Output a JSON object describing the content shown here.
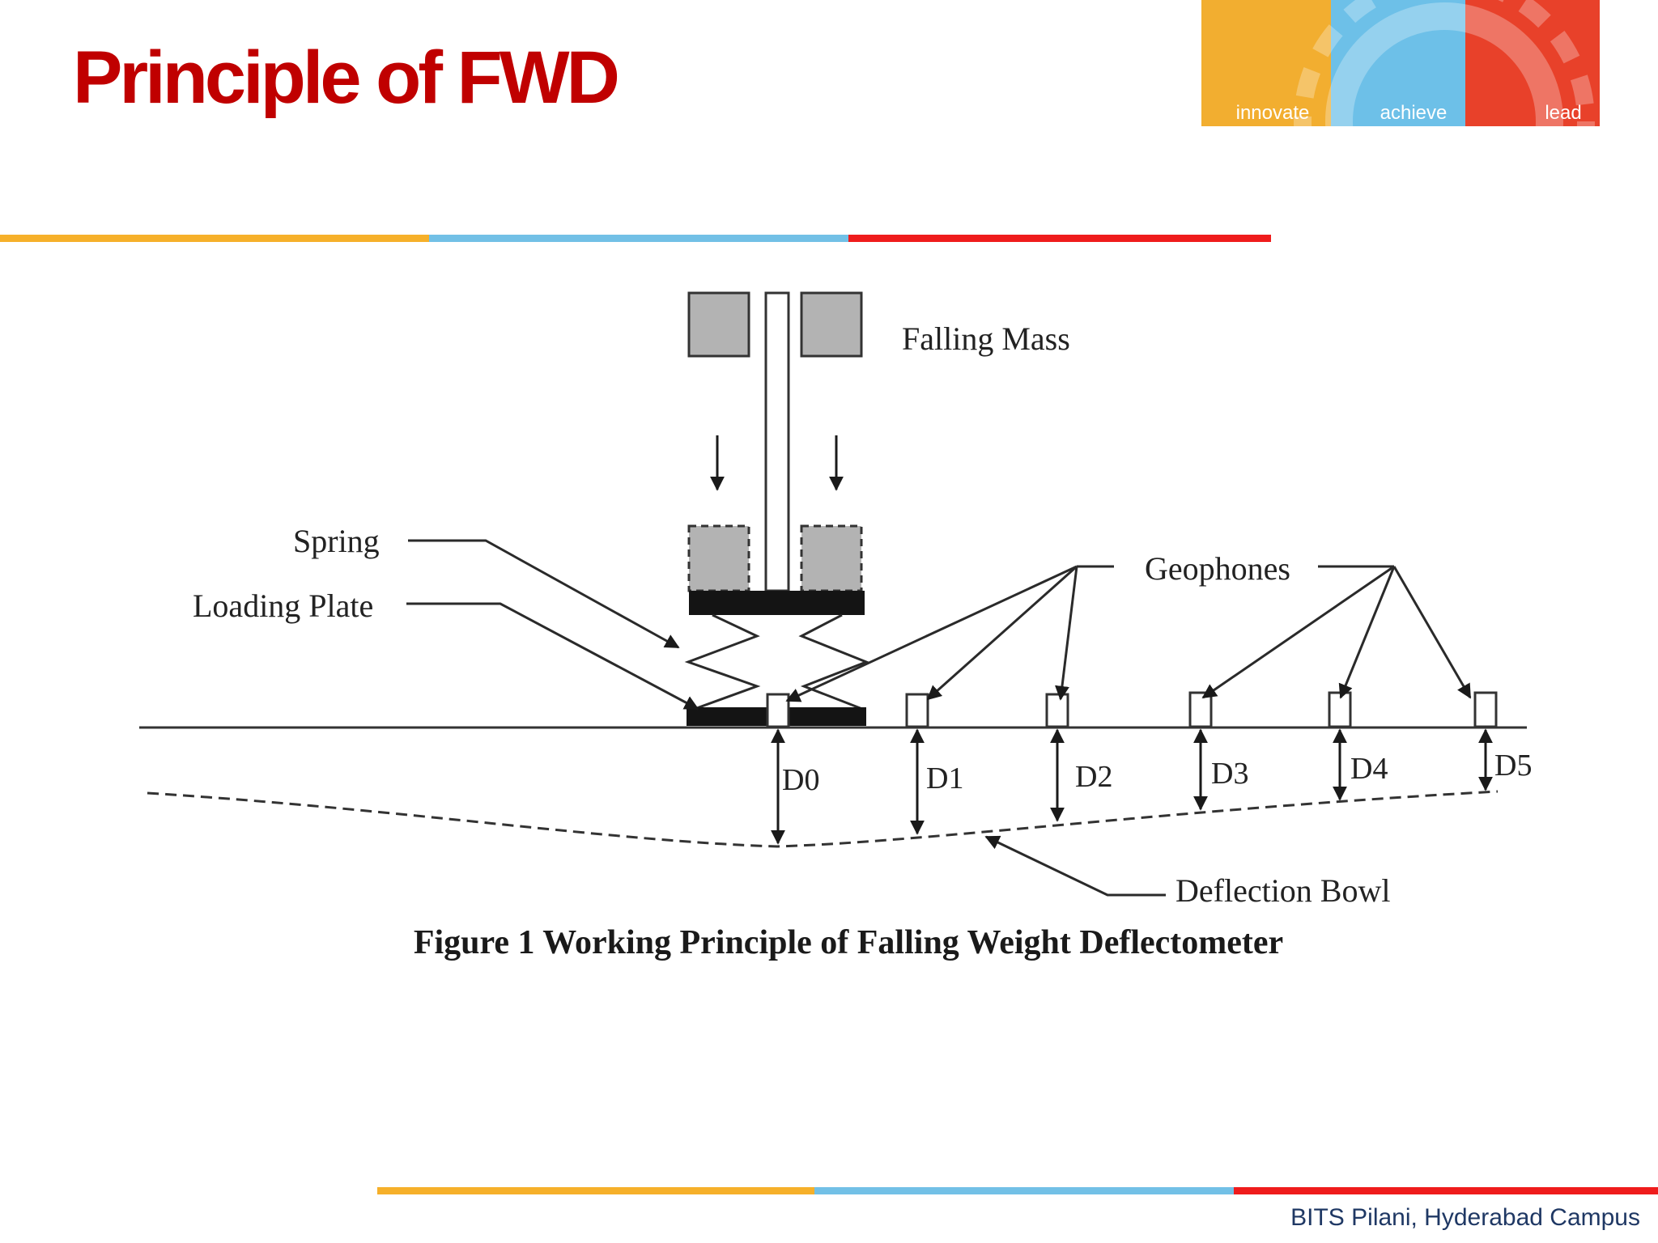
{
  "slide": {
    "title": "Principle of FWD",
    "footer": "BITS Pilani, Hyderabad Campus"
  },
  "logo": {
    "tagline": [
      "innovate",
      "achieve",
      "lead"
    ],
    "colors": [
      "#f2ae30",
      "#6dc0e8",
      "#e8412a"
    ]
  },
  "rule_colors": [
    "#f6b02a",
    "#72c0e6",
    "#ef1c1c"
  ],
  "diagram": {
    "labels": {
      "falling_mass": "Falling Mass",
      "spring": "Spring",
      "loading_plate": "Loading Plate",
      "geophones": "Geophones",
      "deflection_bowl": "Deflection Bowl"
    },
    "deflections": [
      "D0",
      "D1",
      "D2",
      "D3",
      "D4",
      "D5"
    ],
    "caption": "Figure 1 Working Principle of Falling Weight Deflectometer"
  }
}
